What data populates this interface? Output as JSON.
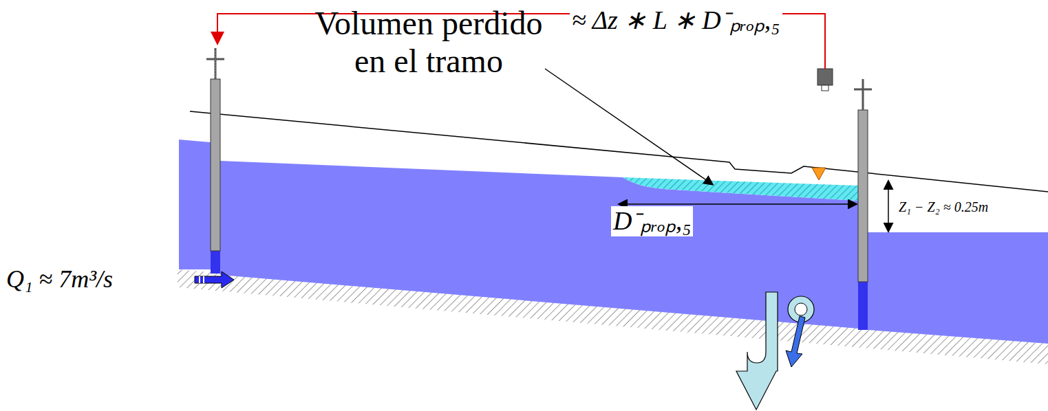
{
  "diagram": {
    "labels": [
      "Volumen perdido en el tramo",
      "≈ Δz ∗ L ∗ D⁻ₚᵣₒₚ,₅",
      "D⁻ₚᵣₒₚ,₅",
      "Z₁ − Z₂ ≈ 0.25m",
      "Q₁ ≈ 7m³/s"
    ]
  }
}
